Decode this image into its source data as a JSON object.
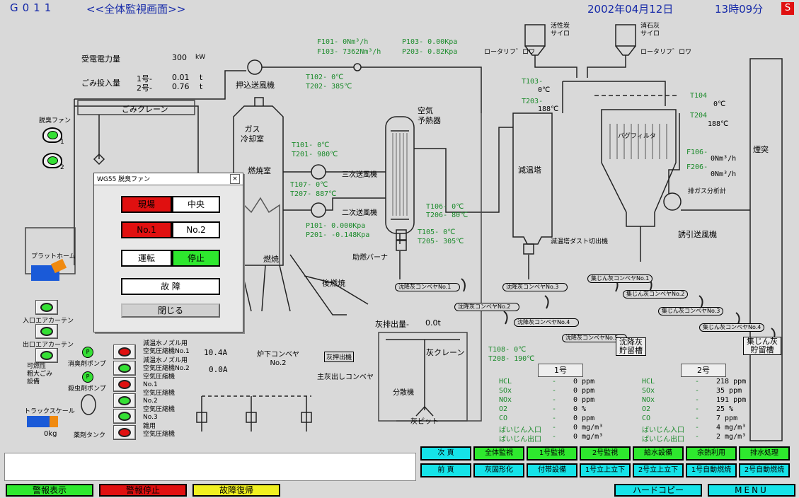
{
  "header": {
    "screen_id": "G011",
    "title": "<<全体監視画面>>",
    "date": "2002年04月12日",
    "time": "13時09分",
    "indicator": "S"
  },
  "power": {
    "label": "受電電力量",
    "value": "300",
    "unit": "kW"
  },
  "waste_input": {
    "label": "ごみ投入量",
    "line1_label": "1号-",
    "line1_value": "0.01",
    "line2_label": "2号-",
    "line2_value": "0.76",
    "unit": "t"
  },
  "labels": {
    "crane": "ごみクレーン",
    "push_fan": "押込送風機",
    "gas_cooling": "ガス\n冷却室",
    "combustion": "燃焼室",
    "secondary_fan_3": "三次送風機",
    "secondary_fan_2": "二次送風機",
    "aux_burner": "助燃バーナ",
    "air_preheater": "空気\n予熱器",
    "cooling_tower": "減温塔",
    "bag_filter": "バグフィルタ",
    "induced_fan": "誘引送風機",
    "chimney": "煙突",
    "activated_carbon": "活性炭\nサイロ",
    "slaked_lime": "消石灰\nサイロ",
    "rotary1": "ロータリフ゛ロワ",
    "rotary2": "ロータリフ゛ロワ",
    "exhaust_analyzer": "排ガス分析計",
    "cooling_tower_dust": "減温塔ダスト切出機",
    "ash_crane": "灰クレーン",
    "ash_pit": "灰ピット",
    "disperser": "分散機",
    "main_ash_conveyor": "主灰出しコンベヤ",
    "ash_discharger": "灰押出機",
    "furnace_conveyor": "炉下コンベヤ\nNo.2",
    "after_burn": "後燃焼",
    "burn": "燃焼",
    "platform": "プラットホーム",
    "deodor_fan": "脱臭ファン",
    "chem_tank": "薬剤タンク",
    "truck_scale": "トラックスケール",
    "truck_scale_value": "0kg",
    "fly_ash_tank": "集じん灰\n貯留槽",
    "sed_ash_tank": "沈降灰\n貯留槽",
    "line1": "1号",
    "line2": "2号",
    "ash_output_label": "灰排出量-",
    "ash_output_value": "0.0t"
  },
  "left_lamps": [
    {
      "label": "入口エアカーテン",
      "state": "green"
    },
    {
      "label": "出口エアカーテン",
      "state": "green"
    },
    {
      "label": "可燃性\n粗大ごみ\n設備",
      "state": "green"
    }
  ],
  "pump_labels": {
    "p1": "消臭剤ポンプ",
    "p2": "殺虫剤ポンプ"
  },
  "compressors": [
    {
      "label": "減温水ノズル用\n空気圧縮機No.1",
      "state": "red"
    },
    {
      "label": "減温水ノズル用\n空気圧縮機No.2",
      "state": "green"
    },
    {
      "label": "空気圧縮機\nNo.1",
      "state": "red"
    },
    {
      "label": "空気圧縮機\nNo.2",
      "state": "green"
    },
    {
      "label": "空気圧縮機\nNo.3",
      "state": "green"
    },
    {
      "label": "雑用\n空気圧縮機",
      "state": "red"
    }
  ],
  "compressor_currents": {
    "c1": "10.4A",
    "c2": "0.0A"
  },
  "readings": {
    "f101": "F101-  0Nm³/h",
    "f103": "F103- 7362Nm³/h",
    "p103": "P103- 0.00Kpa",
    "p203": "P203- 0.82Kpa",
    "t102": "T102-  0℃",
    "t202": "T202- 385℃",
    "t101": "T101-  0℃",
    "t201": "T201- 980℃",
    "t107": "T107-  0℃",
    "t207": "T207- 887℃",
    "p101": "P101- 0.000Kpa",
    "p201": "P201- -0.148Kpa",
    "t105": "T105-  0℃",
    "t205": "T205- 305℃",
    "t106": "T106-  0℃",
    "t206": "T206- 80℃",
    "t103": "T103-",
    "t103v": "0℃",
    "t203": "T203-",
    "t203v": "188℃",
    "t104": "T104",
    "t104v": "0℃",
    "t204": "T204",
    "t204v": "188℃",
    "f106": "F106-",
    "f106v": "0Nm³/h",
    "f206": "F206-",
    "f206v": "0Nm³/h",
    "t108": "T108-  0℃",
    "t208": "T208- 190℃"
  },
  "conveyors": {
    "sed1": "沈降灰コンベヤNo.1",
    "sed2": "沈降灰コンベヤNo.2",
    "sed3": "沈降灰コンベヤNo.3",
    "sed4": "沈降灰コンベヤNo.4",
    "sed5": "沈降灰コンベヤNo.5",
    "fly1": "集じん灰コンベヤNo.1",
    "fly2": "集じん灰コンベヤNo.2",
    "fly3": "集じん灰コンベヤNo.3",
    "fly4": "集じん灰コンベヤNo.4"
  },
  "emissions": {
    "line1": [
      {
        "name": "HCL",
        "dash": "-",
        "value": "0 ppm"
      },
      {
        "name": "SOx",
        "dash": "-",
        "value": "0 ppm"
      },
      {
        "name": "NOx",
        "dash": "-",
        "value": "0 ppm"
      },
      {
        "name": "O2",
        "dash": "-",
        "value": "0 %"
      },
      {
        "name": "CO",
        "dash": "-",
        "value": "0 ppm"
      },
      {
        "name": "ばいじん入口",
        "dash": "-",
        "value": "0 mg/m³"
      },
      {
        "name": "ばいじん出口",
        "dash": "-",
        "value": "0 mg/m³"
      }
    ],
    "line2": [
      {
        "name": "HCL",
        "dash": "-",
        "value": "218 ppm"
      },
      {
        "name": "SOx",
        "dash": "-",
        "value": "35 ppm"
      },
      {
        "name": "NOx",
        "dash": "-",
        "value": "191 ppm"
      },
      {
        "name": "O2",
        "dash": "-",
        "value": "25 %"
      },
      {
        "name": "CO",
        "dash": "-",
        "value": "7 ppm"
      },
      {
        "name": "ばいじん入口",
        "dash": "-",
        "value": "4 mg/m³"
      },
      {
        "name": "ばいじん出口",
        "dash": "-",
        "value": "2 mg/m³"
      }
    ]
  },
  "dialog": {
    "title": "WG55 脱臭ファン",
    "local": "現場",
    "central": "中央",
    "no1": "No.1",
    "no2": "No.2",
    "run": "運転",
    "stop": "停止",
    "fault": "故 障",
    "close": "閉じる",
    "close_x": "×"
  },
  "nav": {
    "row1": [
      "次 頁",
      "全体監視",
      "1号監視",
      "2号監視",
      "給水設備",
      "余熱利用",
      "排水処理"
    ],
    "row2": [
      "前 頁",
      "灰固形化",
      "付帯設備",
      "1号立上立下",
      "2号立上立下",
      "1号自動燃焼",
      "2号自動燃焼"
    ]
  },
  "footer": {
    "alarm_display": "警報表示",
    "alarm_stop": "警報停止",
    "fault_reset": "故障復帰",
    "hardcopy": "ハードコピー",
    "menu": "MENU"
  },
  "colors": {
    "nav_cyan": "#15e3e8",
    "nav_green": "#2ee82e",
    "alarm_red": "#e01010",
    "reading_green": "#1a8a2a",
    "header_blue": "#1428a8"
  }
}
